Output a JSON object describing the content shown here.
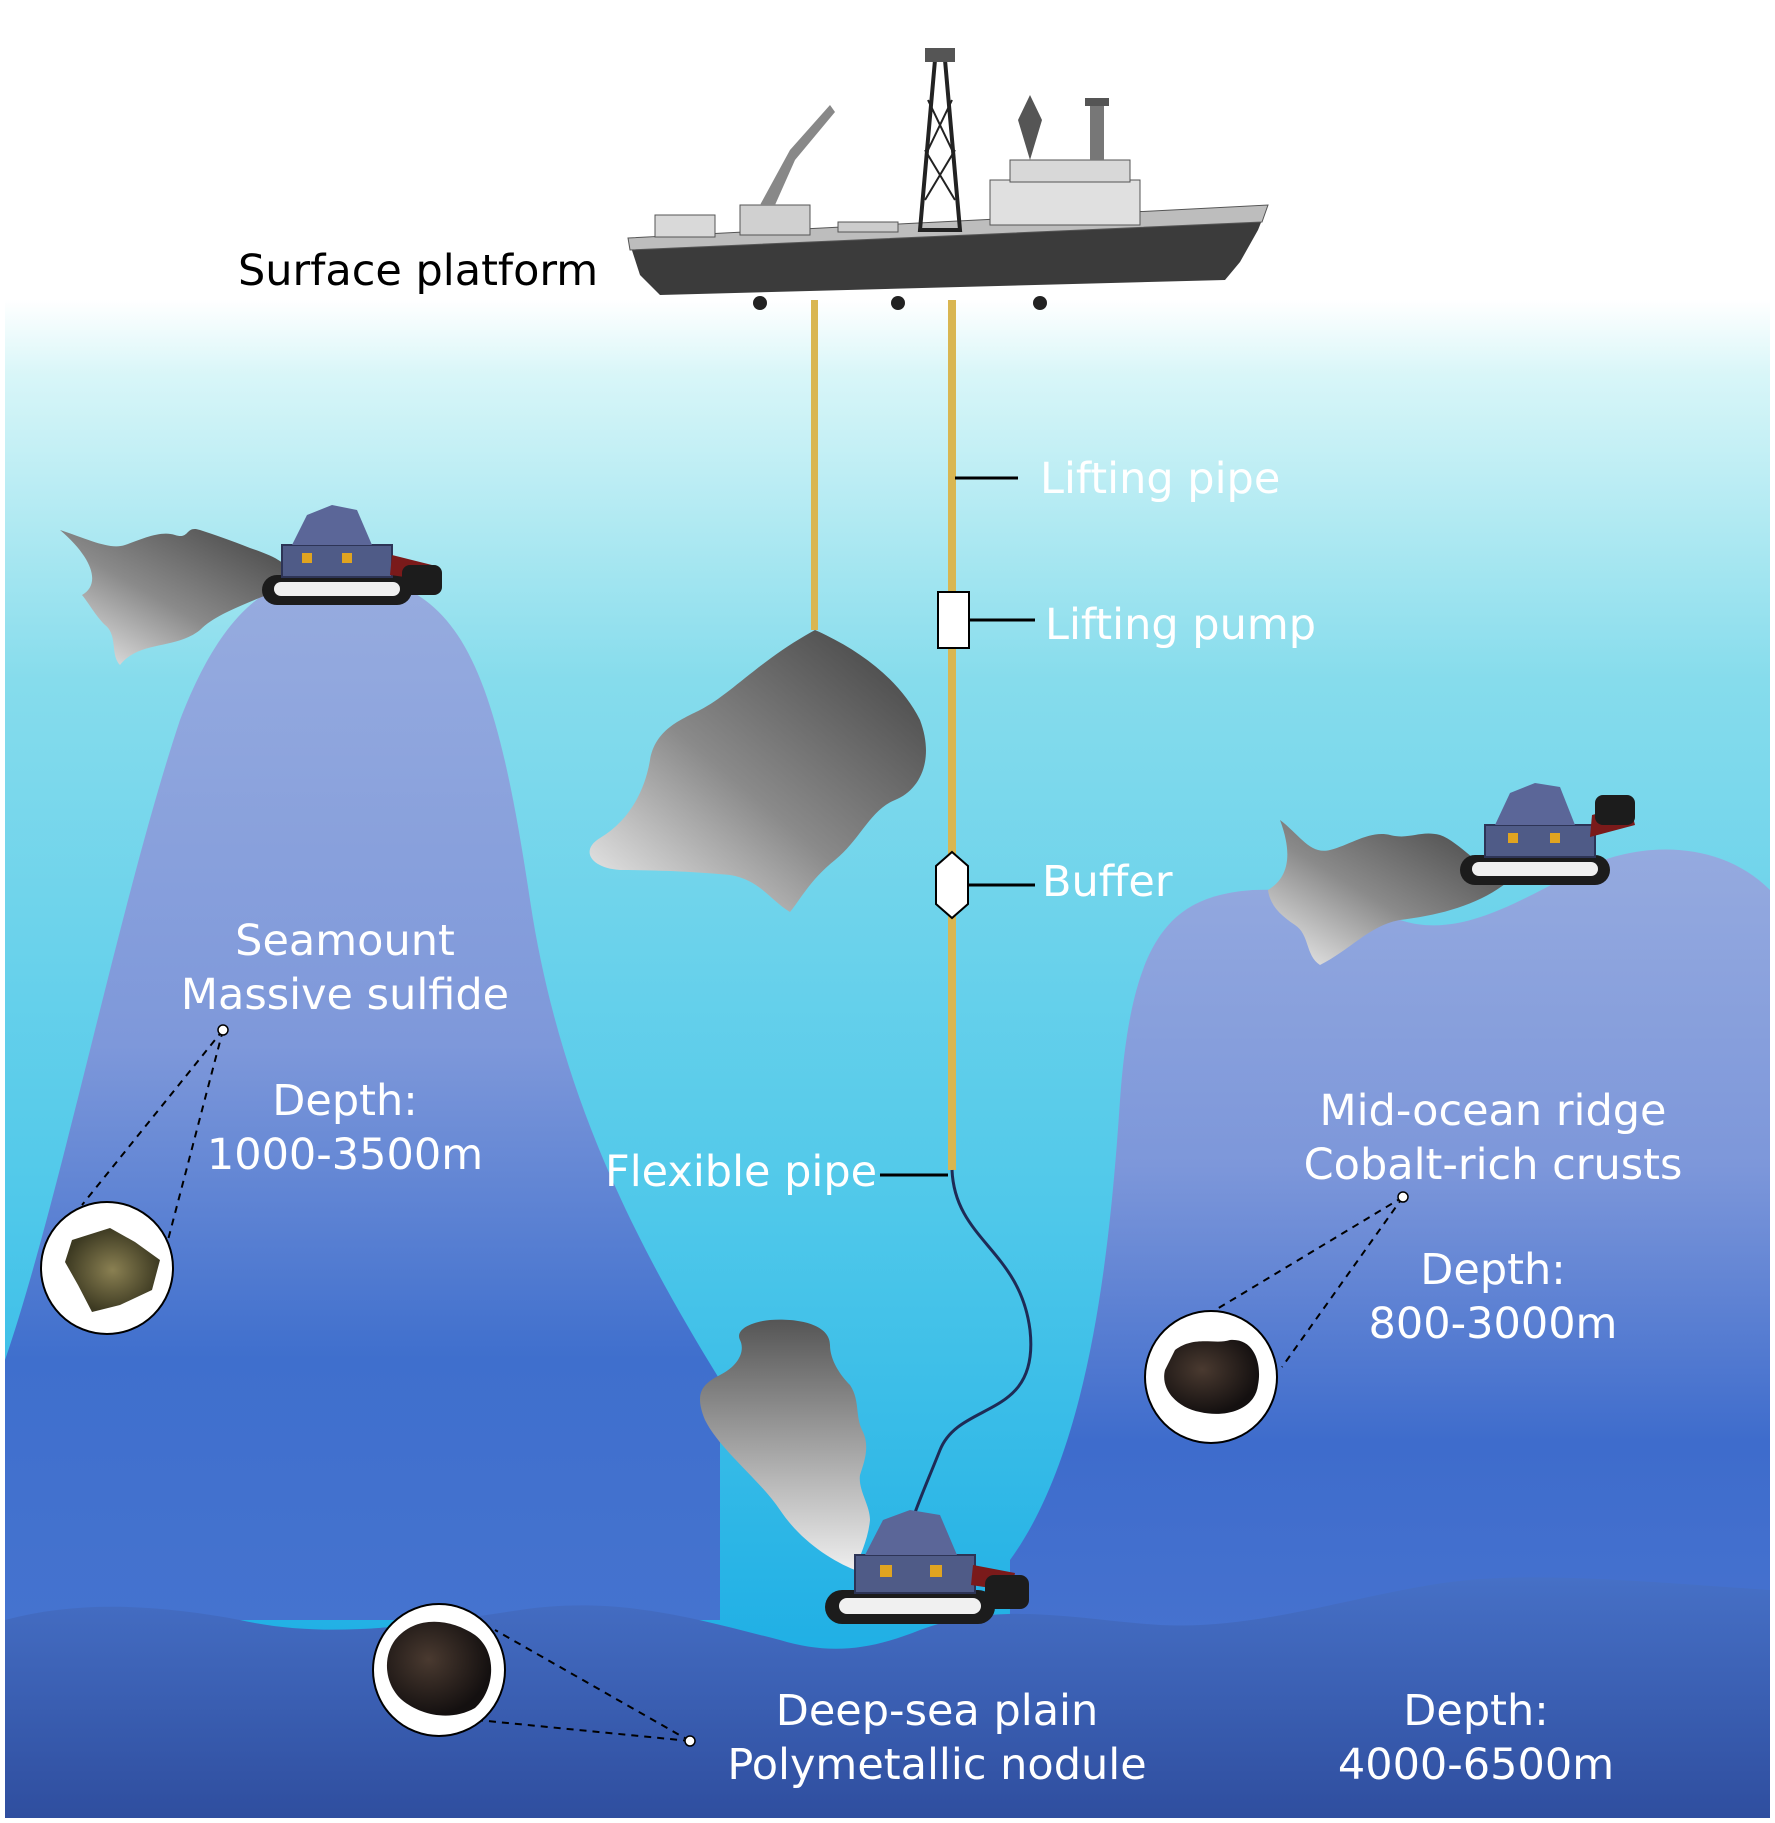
{
  "colors": {
    "sky": "#ffffff",
    "water_top": "#d6f5f7",
    "water_mid": "#5fd0ea",
    "water_deep": "#12a8e2",
    "seamount_top": "#93a9de",
    "seamount_bottom": "#3c6dcc",
    "ridge_top": "#91a8de",
    "ridge_bottom": "#3a6acb",
    "plain": "#3c63b6",
    "pipe": "#d9b651",
    "flexible_pipe": "#1e2b56",
    "plume": "#5e5e5e",
    "label_text": "#ffffff",
    "platform_text": "#000000"
  },
  "labels": {
    "surface_platform": "Surface platform",
    "lifting_pipe": "Lifting pipe",
    "lifting_pump": "Lifting pump",
    "buffer": "Buffer",
    "flexible_pipe": "Flexible pipe",
    "seamount_line1": "Seamount",
    "seamount_line2": "Massive sulfide",
    "seamount_depth_label": "Depth:",
    "seamount_depth_value": "1000-3500m",
    "ridge_line1": "Mid-ocean ridge",
    "ridge_line2": "Cobalt-rich crusts",
    "ridge_depth_label": "Depth:",
    "ridge_depth_value": "800-3000m",
    "plain_line1": "Deep-sea plain",
    "plain_line2": "Polymetallic nodule",
    "plain_depth_label": "Depth:",
    "plain_depth_value": "4000-6500m"
  },
  "icons": {
    "ship": "survey-ship-icon",
    "collector": "mining-collector-vehicle-icon",
    "sulfide_sample": "massive-sulfide-rock-icon",
    "crust_sample": "cobalt-crust-rock-icon",
    "nodule_sample": "polymetallic-nodule-icon"
  }
}
